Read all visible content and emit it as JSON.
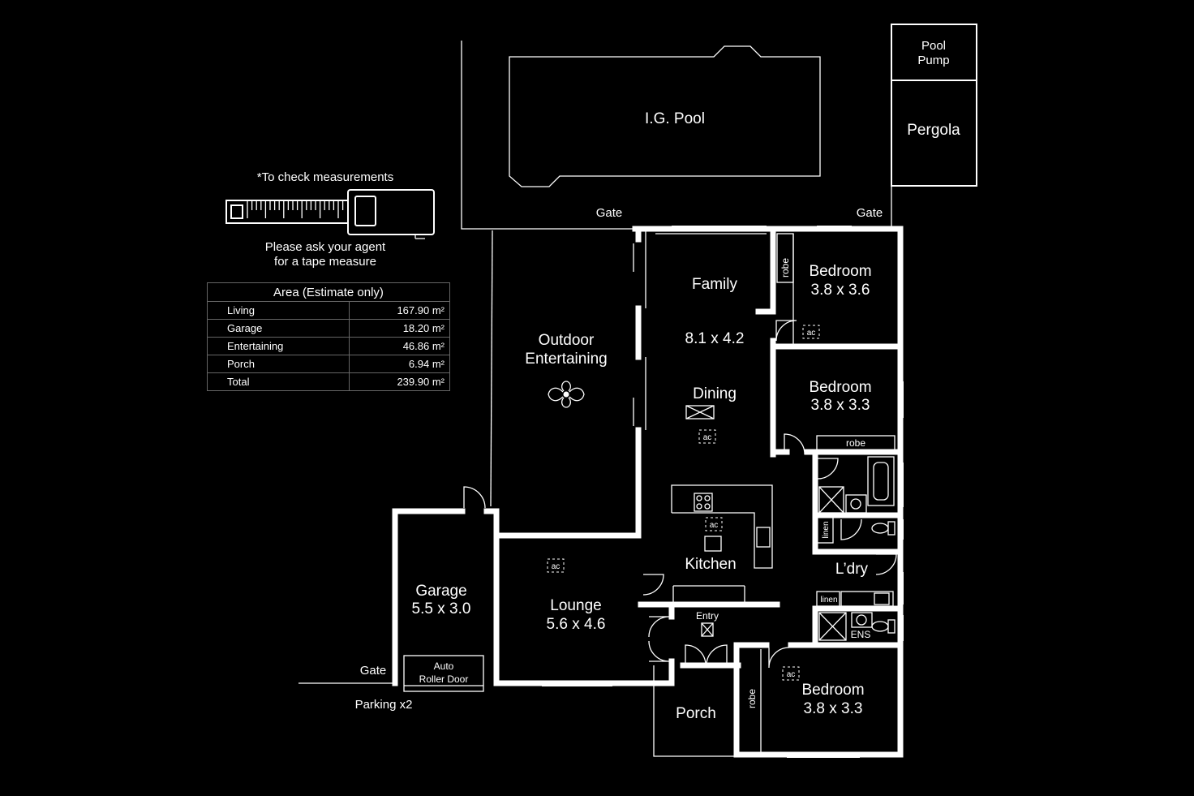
{
  "tape": {
    "caption": "*To check measurements",
    "note_line1": "Please ask your agent",
    "note_line2": "for a tape measure"
  },
  "area_table": {
    "title": "Area (Estimate only)",
    "rows": [
      {
        "label": "Living",
        "value": "167.90 m²"
      },
      {
        "label": "Garage",
        "value": "18.20 m²"
      },
      {
        "label": "Entertaining",
        "value": "46.86 m²"
      },
      {
        "label": "Porch",
        "value": "6.94 m²"
      },
      {
        "label": "Total",
        "value": "239.90 m²"
      }
    ]
  },
  "rooms": {
    "pool": "I.G. Pool",
    "pool_pump_1": "Pool",
    "pool_pump_2": "Pump",
    "pergola": "Pergola",
    "gate_top_left": "Gate",
    "gate_top_right": "Gate",
    "gate_bottom": "Gate",
    "outdoor_1": "Outdoor",
    "outdoor_2": "Entertaining",
    "family": "Family",
    "family_dims": "8.1 x 4.2",
    "dining": "Dining",
    "kitchen": "Kitchen",
    "bed1": "Bedroom",
    "bed1_dims": "3.8 x 3.6",
    "bed2": "Bedroom",
    "bed2_dims": "3.8 x 3.3",
    "bed3": "Bedroom",
    "bed3_dims": "3.8 x 3.3",
    "robe": "robe",
    "linen": "linen",
    "laundry": "L’dry",
    "ens": "ENS",
    "entry": "Entry",
    "porch": "Porch",
    "lounge": "Lounge",
    "lounge_dims": "5.6 x 4.6",
    "garage": "Garage",
    "garage_dims": "5.5 x 3.0",
    "roller_1": "Auto",
    "roller_2": "Roller Door",
    "parking": "Parking x2",
    "ac": "ac"
  }
}
